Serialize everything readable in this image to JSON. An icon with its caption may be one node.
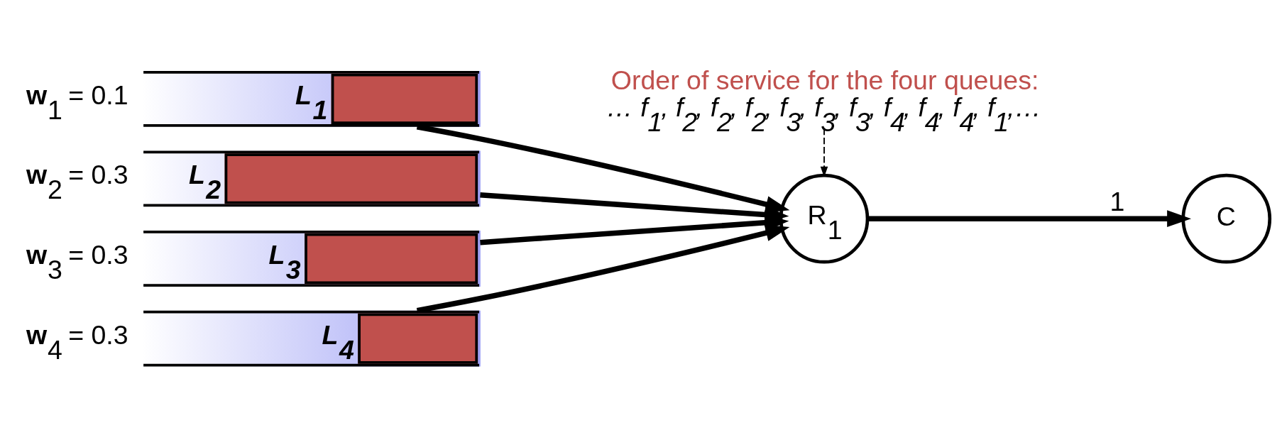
{
  "diagram": {
    "nodes": [
      {
        "text": [
          "L$_{1}$"
        ],
        "beside": [
          "**w**$_{1}$ = 0.1"
        ]
      },
      {
        "text": [
          "L$_{2}$"
        ],
        "beside": [
          "**w**$_{2}$ = 0.3"
        ]
      },
      {
        "text": [
          "L$_{3}$"
        ],
        "beside": [
          "**w**$_{3}$ = 0.3"
        ]
      },
      {
        "text": [
          "L$_{4}$"
        ],
        "beside": [
          "**w**$_{4}$ = 0.3"
        ]
      },
      {
        "text": [
          "R$_{1}$"
        ]
      },
      {
        "text": [
          "C"
        ]
      },
      {
        "text": [
          "Order of service for the four queues:",
          "… f$_{1}$, f$_{2}$, f$_{2}$, f$_{2}$, f$_{3}$, f$_{3}$, f$_{3}$, f$_{4}$, f$_{4}$, f$_{4}$, f$_{1}$,…"
        ]
      }
    ],
    "edges": [
      {
        "from": 0,
        "to": 4,
        "arrow": "to"
      },
      {
        "from": 1,
        "to": 4,
        "arrow": "to"
      },
      {
        "from": 2,
        "to": 4,
        "arrow": "to"
      },
      {
        "from": 3,
        "to": 4,
        "arrow": "to"
      },
      {
        "from": 4,
        "to": 5,
        "label": "1",
        "arrow": "to"
      },
      {
        "from": 6,
        "to": 4,
        "arrow": "to",
        "style": "dashed"
      }
    ]
  }
}
